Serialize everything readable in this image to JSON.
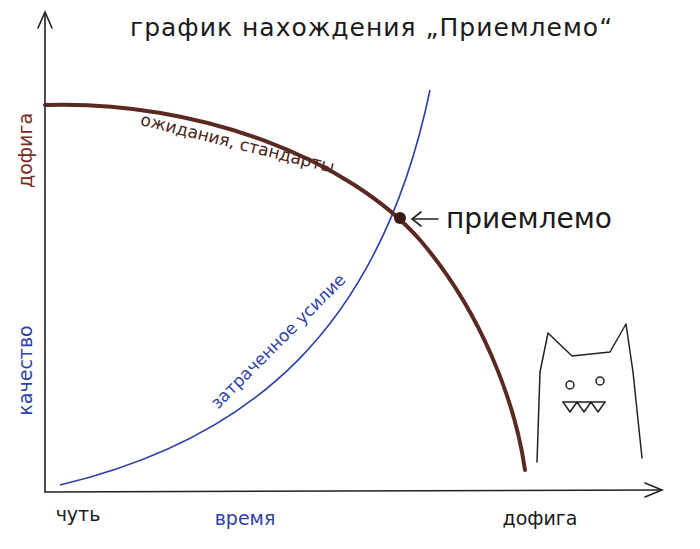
{
  "diagram": {
    "title": "график нахождения „Приемлемо“",
    "labels": [
      "дофига",
      "качество",
      "чуть",
      "время",
      "дофига",
      "ожидания, стандарты",
      "затраченное усилие",
      "приемлемо"
    ]
  }
}
